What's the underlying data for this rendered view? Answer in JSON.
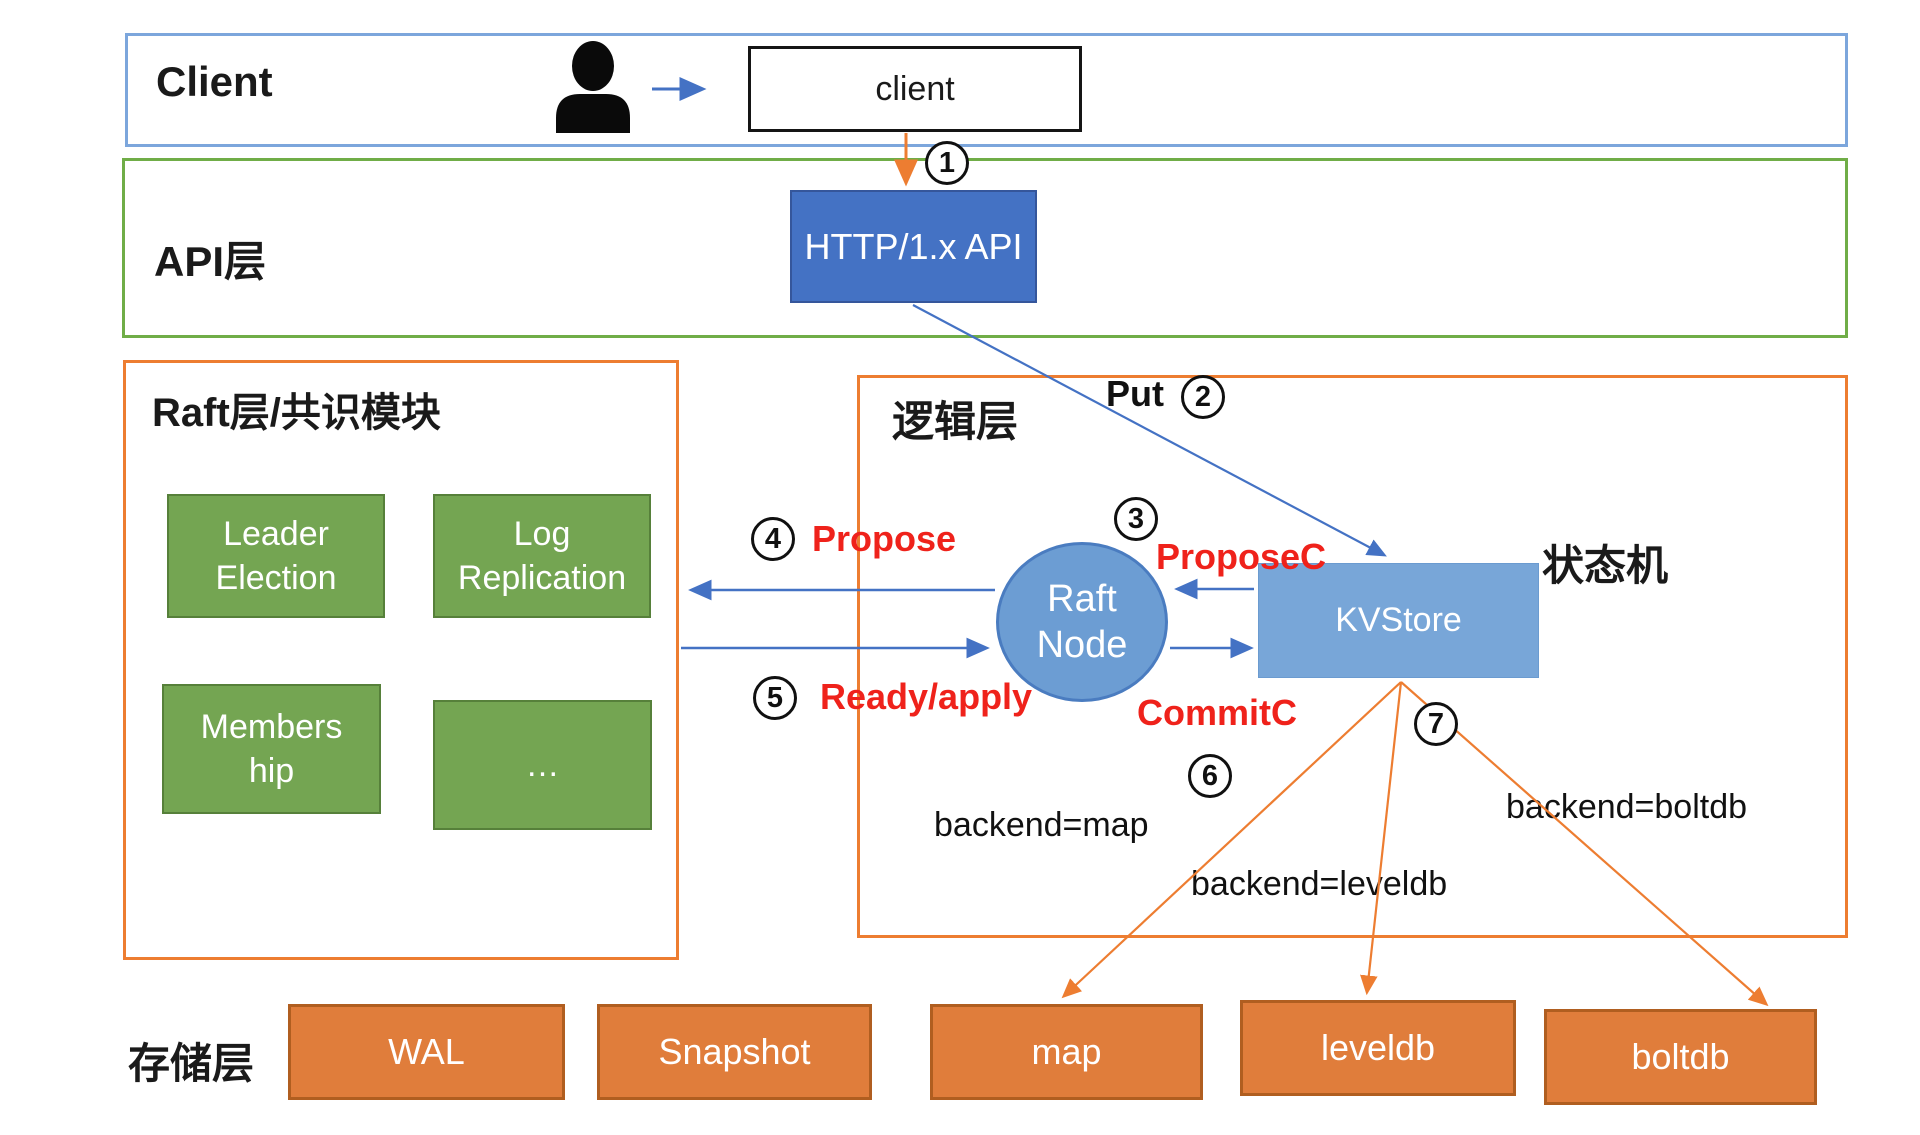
{
  "layers": {
    "client": {
      "label": "Client"
    },
    "api": {
      "label": "API层"
    },
    "raft": {
      "title": "Raft层/共识模块"
    },
    "logic": {
      "label": "逻辑层"
    },
    "storage": {
      "label": "存储层"
    },
    "state_machine": {
      "label": "状态机"
    }
  },
  "nodes": {
    "client_box": "client",
    "http_api": "HTTP/1.x API",
    "raft_node": {
      "line1": "Raft",
      "line2": "Node"
    },
    "kvstore": "KVStore"
  },
  "raft_modules": [
    {
      "line1": "Leader",
      "line2": "Election"
    },
    {
      "line1": "Log",
      "line2": "Replication"
    },
    {
      "line1": "Members",
      "line2": "hip"
    },
    {
      "line1": "…",
      "line2": ""
    }
  ],
  "storage_boxes": [
    {
      "label": "WAL"
    },
    {
      "label": "Snapshot"
    },
    {
      "label": "map"
    },
    {
      "label": "leveldb"
    },
    {
      "label": "boltdb"
    }
  ],
  "flow_labels": {
    "put": "Put",
    "propose_c": "ProposeC",
    "propose": "Propose",
    "ready_apply": "Ready/apply",
    "commit_c": "CommitC",
    "backend_map": "backend=map",
    "backend_leveldb": "backend=leveldb",
    "backend_boltdb": "backend=boltdb"
  },
  "steps": {
    "s1": "1",
    "s2": "2",
    "s3": "3",
    "s4": "4",
    "s5": "5",
    "s6": "6",
    "s7": "7"
  },
  "colors": {
    "client_border": "#7ca6dc",
    "api_border": "#70ad47",
    "layer_orange": "#ed7d31",
    "http_fill": "#4472c4",
    "kv_fill": "#78a6d8",
    "raft_node_fill": "#6c9dd3",
    "module_green": "#74a552",
    "storage_orange": "#e07d3b",
    "red_label": "#ef221b",
    "arrow_blue": "#4472c4",
    "arrow_orange": "#ed7d31"
  }
}
